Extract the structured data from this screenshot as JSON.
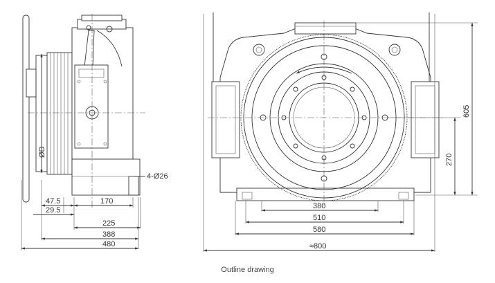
{
  "caption": "Outline drawing",
  "side_view": {
    "diameter_label": "ØD",
    "holes_label": "4-Ø26",
    "dims": {
      "d47_5": "47.5",
      "d29_5": "29.5",
      "d170": "170",
      "d225": "225",
      "d388": "388",
      "d480": "480"
    }
  },
  "front_view": {
    "dims": {
      "d605": "605",
      "d270": "270",
      "d380": "380",
      "d510": "510",
      "d580": "580",
      "d800": "≈800"
    }
  }
}
